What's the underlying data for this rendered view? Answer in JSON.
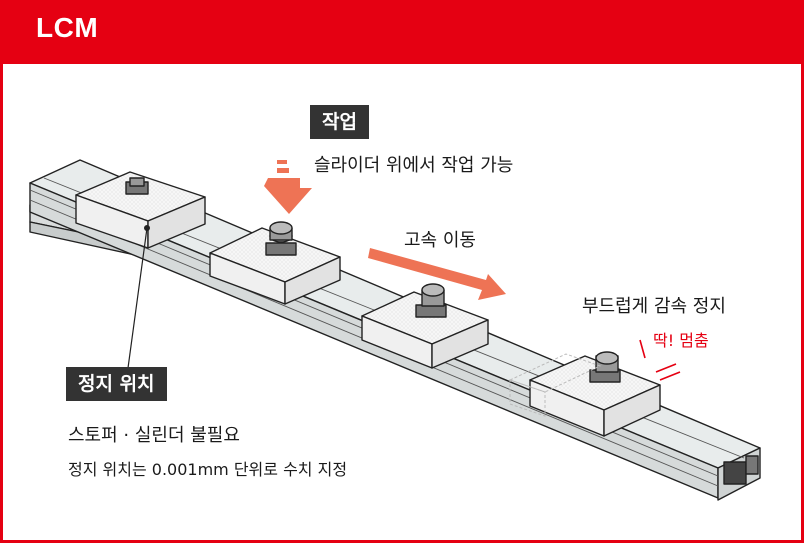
{
  "header": {
    "title": "LCM"
  },
  "labels": {
    "work_tag": "작업",
    "work_desc": "슬라이더 위에서 작업 가능",
    "move": "고속 이동",
    "decel": "부드럽게 감속 정지",
    "stop_sound": "딱! 멈춤",
    "stop_tag": "정지 위치",
    "stop_line1": "스토퍼 · 실린더 불필요",
    "stop_line2": "정지 위치는 0.001mm 단위로 수치 지정"
  },
  "colors": {
    "brand": "#e50012",
    "arrow": "#ee7355",
    "tag_bg": "#333333",
    "rail_top": "#e8ecec",
    "slider": "#f3f3f3"
  }
}
